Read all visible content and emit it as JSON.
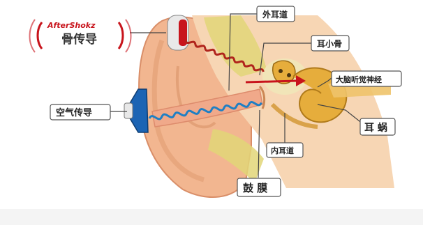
{
  "brand": {
    "logo_text": "AfterShokz",
    "bone_conduction": "骨传导"
  },
  "labels": {
    "air_conduction": "空气传导",
    "outer_ear_canal": "外耳道",
    "ossicles": "耳小骨",
    "auditory_nerve": "大脑听觉神经",
    "cochlea": "耳 蜗",
    "inner_ear_canal": "内耳道",
    "eardrum": "鼓 膜"
  },
  "colors": {
    "brand_red": "#c8141c",
    "bone_wave": "#b0241c",
    "air_wave": "#1f7fc4",
    "speaker_blue": "#1c64b4",
    "skin": "#f2b690",
    "bone": "#e2d678",
    "inner_ear": "#e6ad3c"
  }
}
